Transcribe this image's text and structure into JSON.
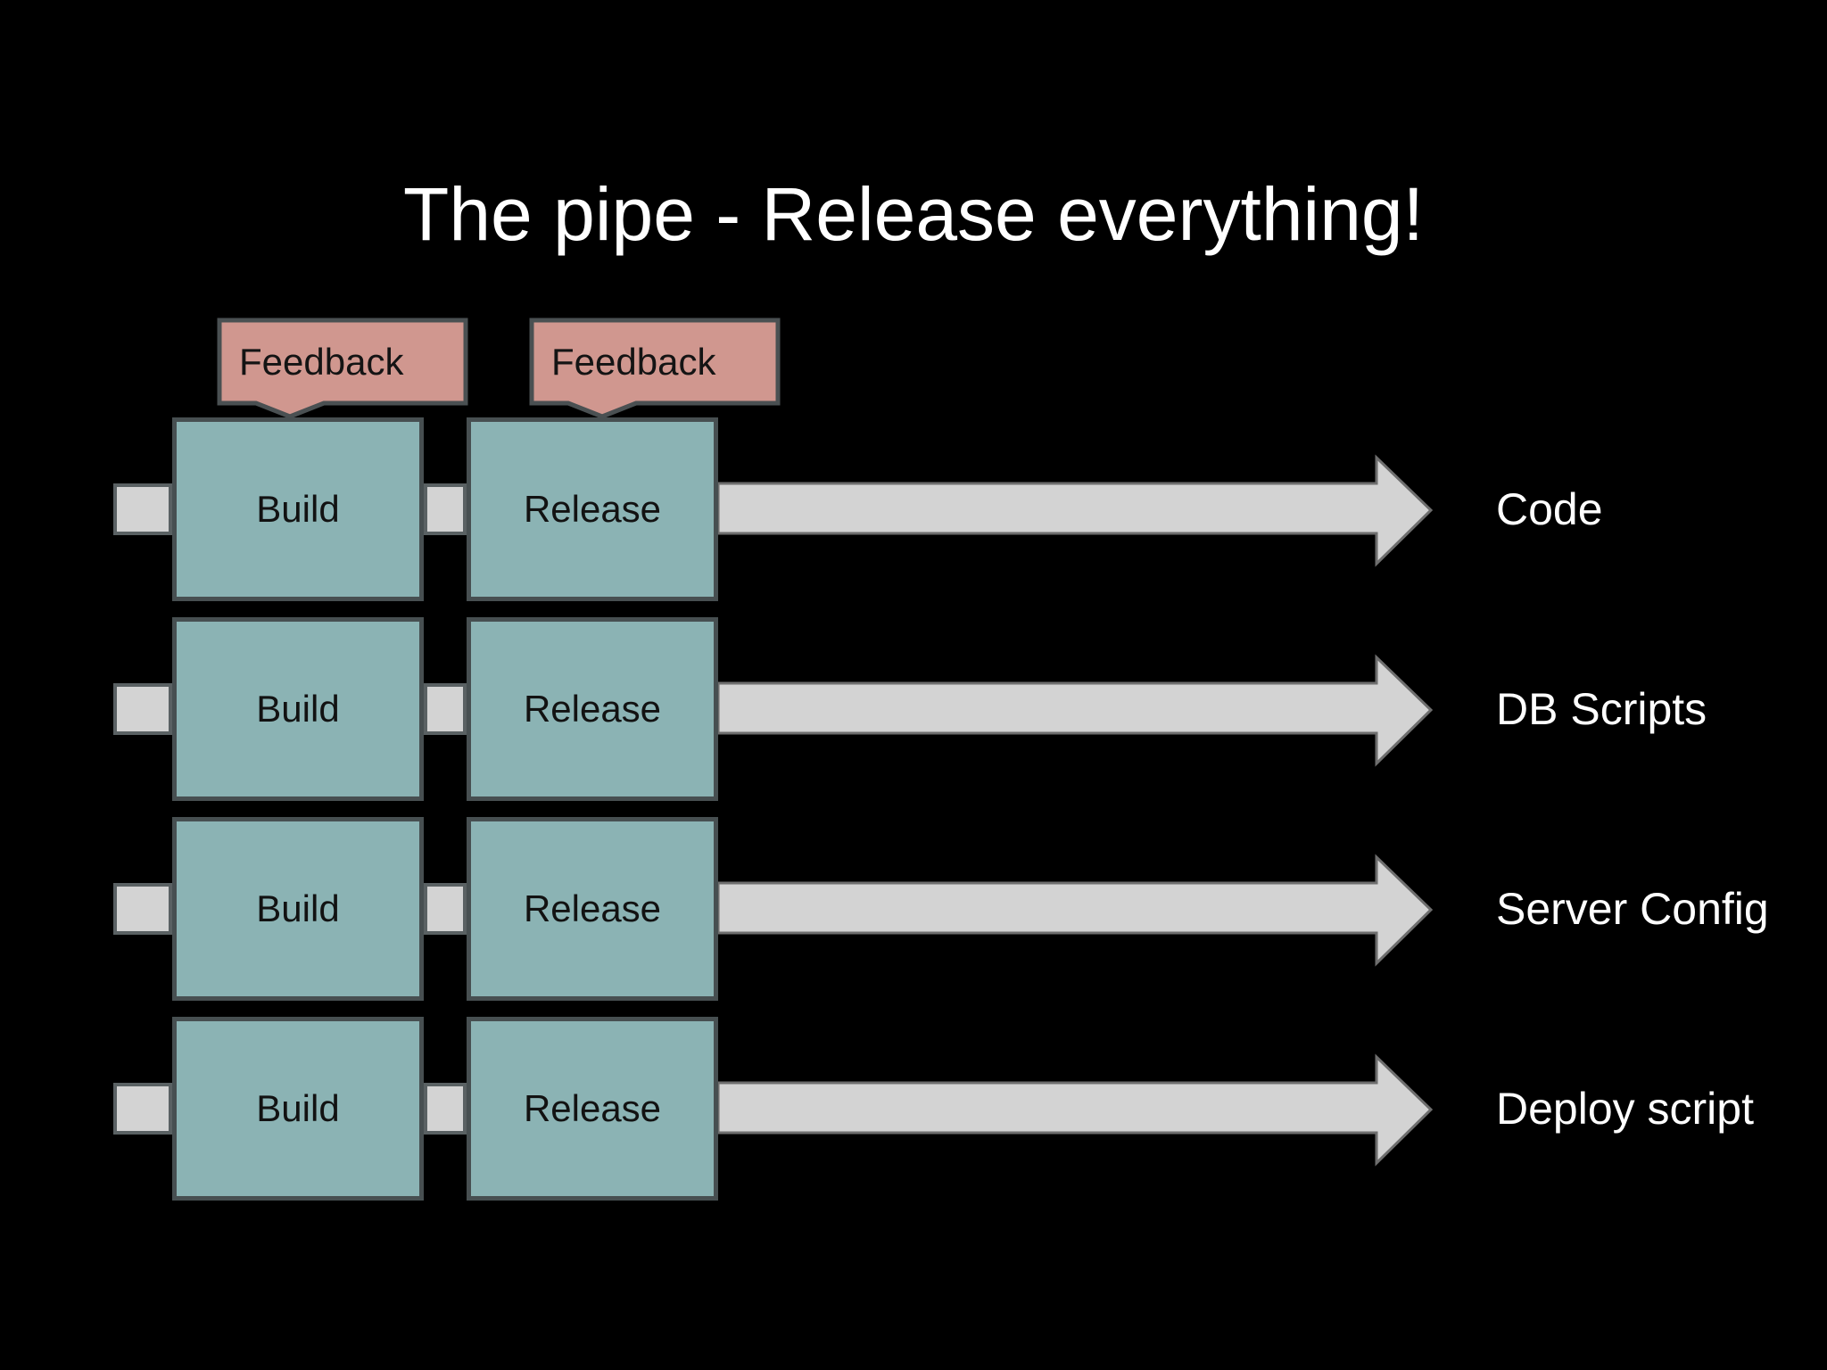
{
  "slide": {
    "title": "The pipe - Release everything!",
    "callouts": [
      {
        "label": "Feedback"
      },
      {
        "label": "Feedback"
      }
    ],
    "rows": [
      {
        "build": "Build",
        "release": "Release",
        "output": "Code"
      },
      {
        "build": "Build",
        "release": "Release",
        "output": "DB Scripts"
      },
      {
        "build": "Build",
        "release": "Release",
        "output": "Server Config"
      },
      {
        "build": "Build",
        "release": "Release",
        "output": "Deploy script"
      }
    ],
    "colors": {
      "background": "#000000",
      "process_box_fill": "#8bb3b4",
      "process_box_border": "#474f51",
      "callout_fill": "#d0978f",
      "connector_fill": "#d3d3d3",
      "arrow_fill": "#d3d3d3",
      "arrow_outline": "#6e6e6e",
      "title_text": "#ffffff",
      "box_text": "#121212"
    }
  }
}
